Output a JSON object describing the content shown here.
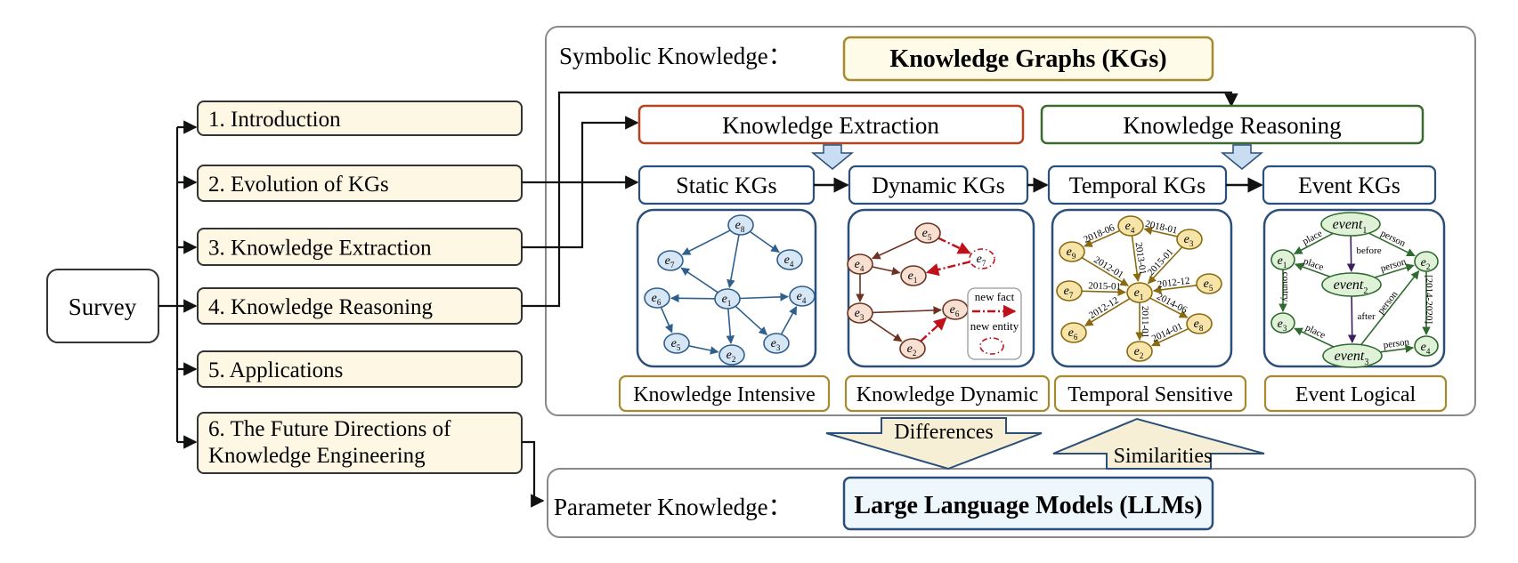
{
  "root": {
    "label": "Survey"
  },
  "sections": [
    {
      "lines": [
        "1. Introduction"
      ]
    },
    {
      "lines": [
        "2. Evolution of KGs"
      ]
    },
    {
      "lines": [
        "3. Knowledge Extraction"
      ]
    },
    {
      "lines": [
        "4. Knowledge Reasoning"
      ]
    },
    {
      "lines": [
        "5. Applications"
      ]
    },
    {
      "lines": [
        "6. The Future Directions of",
        "Knowledge Engineering"
      ]
    }
  ],
  "symbolic": {
    "label": "Symbolic Knowledge：",
    "title": "Knowledge Graphs (KGs)"
  },
  "parameter": {
    "label": "Parameter Knowledge：",
    "title": "Large Language Models (LLMs)"
  },
  "extraction": {
    "label": "Knowledge Extraction"
  },
  "reasoning": {
    "label": "Knowledge Reasoning"
  },
  "kg_types": [
    {
      "label": "Static KGs",
      "trait": "Knowledge Intensive"
    },
    {
      "label": "Dynamic KGs",
      "trait": "Knowledge Dynamic"
    },
    {
      "label": "Temporal KGs",
      "trait": "Temporal Sensitive"
    },
    {
      "label": "Event KGs",
      "trait": "Event Logical"
    }
  ],
  "arrows": {
    "differences": "Differences",
    "similarities": "Similarities"
  },
  "static_graph": {
    "nodes": [
      {
        "id": "e8",
        "base": "e",
        "sub": "8"
      },
      {
        "id": "e7",
        "base": "e",
        "sub": "7"
      },
      {
        "id": "e4",
        "base": "e",
        "sub": "4"
      },
      {
        "id": "e6",
        "base": "e",
        "sub": "6"
      },
      {
        "id": "e1",
        "base": "e",
        "sub": "1"
      },
      {
        "id": "e4b",
        "base": "e",
        "sub": "4"
      },
      {
        "id": "e5",
        "base": "e",
        "sub": "5"
      },
      {
        "id": "e2",
        "base": "e",
        "sub": "2"
      },
      {
        "id": "e3",
        "base": "e",
        "sub": "3"
      }
    ],
    "edges": [
      [
        "e8",
        "e7"
      ],
      [
        "e8",
        "e4"
      ],
      [
        "e8",
        "e1"
      ],
      [
        "e1",
        "e7"
      ],
      [
        "e1",
        "e6"
      ],
      [
        "e1",
        "e4b"
      ],
      [
        "e1",
        "e2"
      ],
      [
        "e1",
        "e3"
      ],
      [
        "e6",
        "e5"
      ],
      [
        "e5",
        "e2"
      ],
      [
        "e3",
        "e4b"
      ]
    ]
  },
  "dynamic_graph": {
    "nodes": [
      {
        "id": "e5",
        "base": "e",
        "sub": "5"
      },
      {
        "id": "e4",
        "base": "e",
        "sub": "4"
      },
      {
        "id": "e1",
        "base": "e",
        "sub": "1"
      },
      {
        "id": "e7",
        "base": "e",
        "sub": "7",
        "new": true
      },
      {
        "id": "e3",
        "base": "e",
        "sub": "3"
      },
      {
        "id": "e6",
        "base": "e",
        "sub": "6"
      },
      {
        "id": "e2",
        "base": "e",
        "sub": "2"
      }
    ],
    "edges": [
      {
        "from": "e5",
        "to": "e4"
      },
      {
        "from": "e5",
        "to": "e7",
        "new": true
      },
      {
        "from": "e7",
        "to": "e1",
        "new": true
      },
      {
        "from": "e4",
        "to": "e1"
      },
      {
        "from": "e4",
        "to": "e3"
      },
      {
        "from": "e3",
        "to": "e6"
      },
      {
        "from": "e3",
        "to": "e2"
      },
      {
        "from": "e2",
        "to": "e6",
        "new": true
      }
    ],
    "legend": {
      "new_fact": "new fact",
      "new_entity": "new entity"
    }
  },
  "temporal_graph": {
    "nodes": [
      {
        "id": "e4",
        "base": "e",
        "sub": "4"
      },
      {
        "id": "e3",
        "base": "e",
        "sub": "3"
      },
      {
        "id": "e9",
        "base": "e",
        "sub": "9"
      },
      {
        "id": "e7",
        "base": "e",
        "sub": "7"
      },
      {
        "id": "e1",
        "base": "e",
        "sub": "1"
      },
      {
        "id": "e5",
        "base": "e",
        "sub": "5"
      },
      {
        "id": "e6",
        "base": "e",
        "sub": "6"
      },
      {
        "id": "e8",
        "base": "e",
        "sub": "8"
      },
      {
        "id": "e2",
        "base": "e",
        "sub": "2"
      }
    ],
    "edges": [
      {
        "from": "e4",
        "to": "e9",
        "label": "2018-06"
      },
      {
        "from": "e3",
        "to": "e4",
        "label": "2018-01"
      },
      {
        "from": "e4",
        "to": "e1",
        "label": "2013-01"
      },
      {
        "from": "e9",
        "to": "e1",
        "label": "2012-01"
      },
      {
        "from": "e3",
        "to": "e1",
        "label": "2015-01"
      },
      {
        "from": "e7",
        "to": "e1",
        "label": "2015-01"
      },
      {
        "from": "e5",
        "to": "e1",
        "label": "2012-12"
      },
      {
        "from": "e1",
        "to": "e6",
        "label": "2012-12"
      },
      {
        "from": "e1",
        "to": "e2",
        "label": "2011-01"
      },
      {
        "from": "e1",
        "to": "e8",
        "label": "2014-06"
      },
      {
        "from": "e8",
        "to": "e2",
        "label": "2014-01"
      }
    ]
  },
  "event_graph": {
    "nodes": [
      {
        "id": "ev1",
        "base": "event",
        "sub": "1"
      },
      {
        "id": "ev2",
        "base": "event",
        "sub": "2"
      },
      {
        "id": "ev3",
        "base": "event",
        "sub": "3"
      },
      {
        "id": "e1",
        "base": "e",
        "sub": "1"
      },
      {
        "id": "e2",
        "base": "e",
        "sub": "2"
      },
      {
        "id": "e3",
        "base": "e",
        "sub": "3"
      },
      {
        "id": "e4",
        "base": "e",
        "sub": "4"
      }
    ],
    "edges": [
      {
        "from": "ev1",
        "to": "e1",
        "label": "place"
      },
      {
        "from": "ev1",
        "to": "e2",
        "label": "person"
      },
      {
        "from": "ev1",
        "to": "ev2",
        "label": "before",
        "logic": true
      },
      {
        "from": "ev2",
        "to": "e1",
        "label": "place"
      },
      {
        "from": "ev2",
        "to": "e2",
        "label": "person"
      },
      {
        "from": "e1",
        "to": "e3",
        "label": "country"
      },
      {
        "from": "e2",
        "to": "e4",
        "label": "[2014-2020]"
      },
      {
        "from": "ev2",
        "to": "ev3",
        "label": "after",
        "logic": true
      },
      {
        "from": "ev3",
        "to": "e3",
        "label": "place"
      },
      {
        "from": "ev3",
        "to": "e4",
        "label": "person"
      },
      {
        "from": "ev3",
        "to": "e2",
        "label": "person"
      }
    ]
  },
  "colors": {
    "section_fill": "#fdf7e4",
    "section_border": "#333333",
    "kg_title_border": "#a88a2e",
    "llm_fill": "#eef7fb",
    "extraction_border": "#b3441f",
    "reasoning_border": "#3c6a2e",
    "blue_border": "#2a4f7a",
    "static_node_fill": "#d6e6f5",
    "static_node_stroke": "#2e5f8d",
    "dynamic_node_fill": "#f7e0d2",
    "dynamic_node_stroke": "#6b3320",
    "dynamic_new": "#c0101a",
    "temporal_node_fill": "#f7e4a9",
    "temporal_node_stroke": "#8a6a10",
    "event_node_fill": "#dff2d8",
    "event_node_stroke": "#2f6a2f",
    "logic_edge": "#3b1f5e",
    "big_arrow_fill": "#f6efd6",
    "big_arrow_stroke": "#2a4f7a",
    "small_arrow_fill": "#c9ddf2"
  }
}
